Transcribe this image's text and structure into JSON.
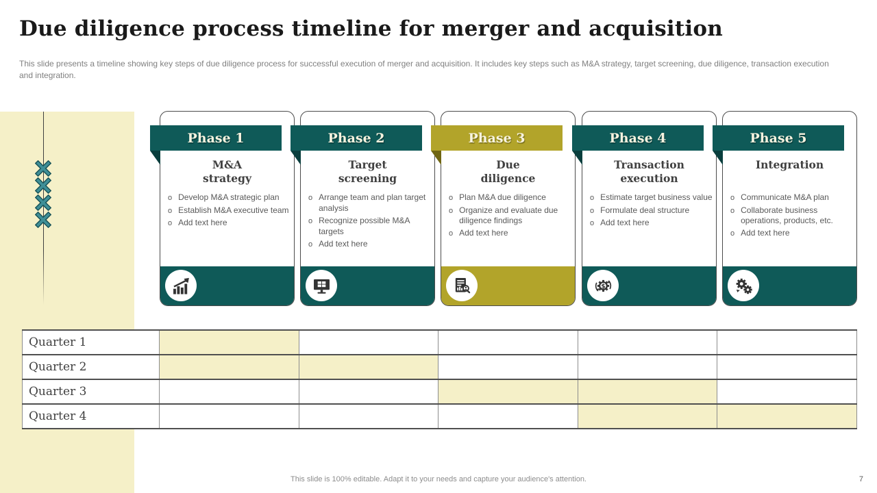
{
  "slide": {
    "title": "Due diligence process timeline for merger and acquisition",
    "subtitle": "This slide presents a timeline showing key steps of due diligence process for successful execution of merger and acquisition. It includes key steps such as M&A strategy, target screening, due diligence, transaction execution and integration.",
    "footer_note": "This slide is 100% editable. Adapt it to your needs and capture your audience's attention.",
    "page_number": "7"
  },
  "colors": {
    "teal": "#0F5A58",
    "teal_dark": "#093E3D",
    "gold": "#B2A42A",
    "gold_dark": "#6F6512",
    "cream": "#F5F0C8",
    "banner_text": "#F7F3DF",
    "marker_fill": "#3F8F97",
    "marker_stroke": "#175257",
    "icon_ink": "#333333"
  },
  "bullet_marker": "o",
  "timeline": {
    "marker_count": 4,
    "marker_icon": "cross-marker-icon"
  },
  "phases": [
    {
      "label": "Phase 1",
      "title_lines": [
        "M&A",
        "strategy"
      ],
      "accent": "teal",
      "icon": "growth-chart-icon",
      "bullets": [
        "Develop M&A strategic plan",
        "Establish M&A executive team",
        "Add text here"
      ]
    },
    {
      "label": "Phase 2",
      "title_lines": [
        "Target",
        "screening"
      ],
      "accent": "teal",
      "icon": "monitor-chart-icon",
      "bullets": [
        "Arrange team and plan target analysis",
        "Recognize possible M&A targets",
        "Add text here"
      ]
    },
    {
      "label": "Phase 3",
      "title_lines": [
        "Due",
        "diligence"
      ],
      "accent": "gold",
      "icon": "audit-document-icon",
      "bullets": [
        "Plan M&A due diligence",
        "Organize and evaluate due diligence findings",
        "Add text here"
      ]
    },
    {
      "label": "Phase 4",
      "title_lines": [
        "Transaction",
        "execution"
      ],
      "accent": "teal",
      "icon": "dollar-gear-icon",
      "bullets": [
        "Estimate target business value",
        "Formulate deal structure",
        "Add text here"
      ]
    },
    {
      "label": "Phase 5",
      "title_lines": [
        "Integration"
      ],
      "accent": "teal",
      "icon": "integration-gears-icon",
      "bullets": [
        "Communicate M&A plan",
        "Collaborate business operations, products, etc.",
        "Add text here"
      ]
    }
  ],
  "table": {
    "rows": [
      {
        "label": "Quarter 1",
        "cells": [
          1,
          0,
          0,
          0,
          0
        ]
      },
      {
        "label": "Quarter 2",
        "cells": [
          1,
          1,
          0,
          0,
          0
        ]
      },
      {
        "label": "Quarter 3",
        "cells": [
          0,
          0,
          1,
          1,
          0
        ]
      },
      {
        "label": "Quarter 4",
        "cells": [
          0,
          0,
          0,
          1,
          1
        ]
      }
    ]
  }
}
